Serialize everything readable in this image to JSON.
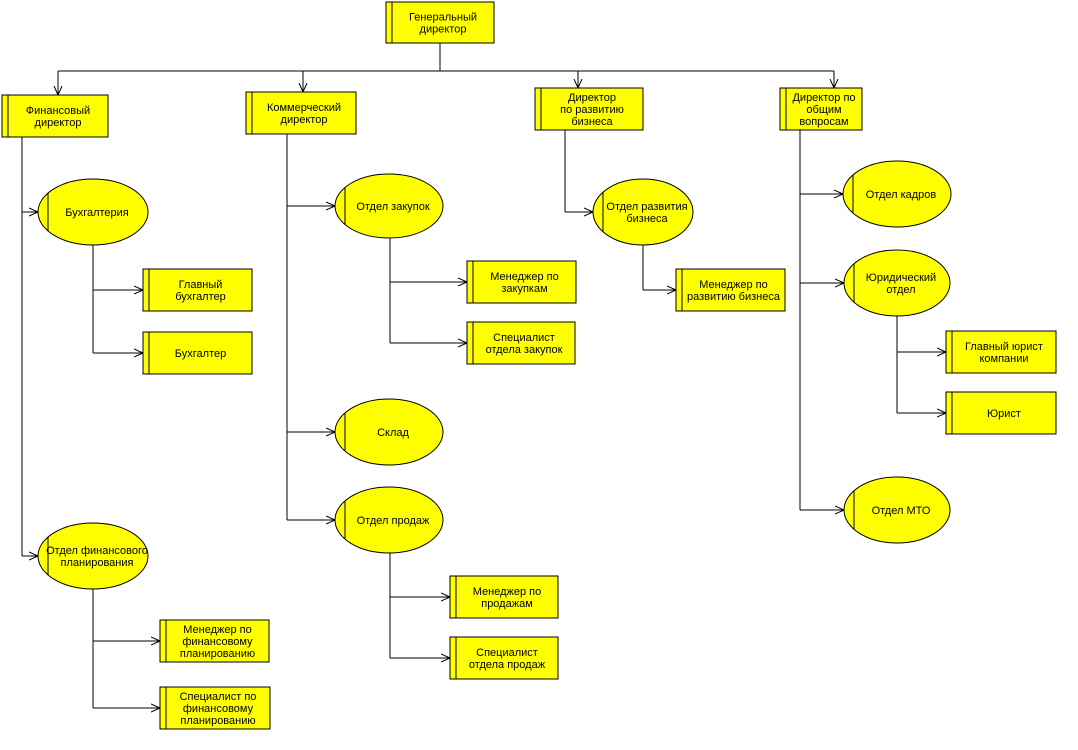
{
  "colors": {
    "node_fill": "#FFFF00",
    "node_stroke": "#000000",
    "connector": "#000000",
    "background": "#FFFFFF"
  },
  "nodes": [
    {
      "id": "ceo",
      "shape": "rect",
      "lines": [
        "Генеральный",
        "директор"
      ]
    },
    {
      "id": "fin-dir",
      "shape": "rect",
      "lines": [
        "Финансовый",
        "директор"
      ]
    },
    {
      "id": "com-dir",
      "shape": "rect",
      "lines": [
        "Коммерческий",
        "директор"
      ]
    },
    {
      "id": "dev-dir",
      "shape": "rect",
      "lines": [
        "Директор",
        "по развитию",
        "бизнеса"
      ]
    },
    {
      "id": "gen-dir",
      "shape": "rect",
      "lines": [
        "Директор по",
        "общим",
        "вопросам"
      ]
    },
    {
      "id": "accounting",
      "shape": "ellipse",
      "lines": [
        "Бухгалтерия"
      ]
    },
    {
      "id": "chief-accountant",
      "shape": "rect",
      "lines": [
        "Главный",
        "бухгалтер"
      ]
    },
    {
      "id": "accountant",
      "shape": "rect",
      "lines": [
        "Бухгалтер"
      ]
    },
    {
      "id": "fin-planning",
      "shape": "ellipse",
      "lines": [
        "Отдел финансового",
        "планирования"
      ]
    },
    {
      "id": "fin-planning-manager",
      "shape": "rect",
      "lines": [
        "Менеджер по",
        "финансовому",
        "планированию"
      ]
    },
    {
      "id": "fin-planning-specialist",
      "shape": "rect",
      "lines": [
        "Специалист по",
        "финансовому",
        "планированию"
      ]
    },
    {
      "id": "purchasing",
      "shape": "ellipse",
      "lines": [
        "Отдел закупок"
      ]
    },
    {
      "id": "purchasing-manager",
      "shape": "rect",
      "lines": [
        "Менеджер по",
        "закупкам"
      ]
    },
    {
      "id": "purchasing-specialist",
      "shape": "rect",
      "lines": [
        "Специалист",
        "отдела закупок"
      ]
    },
    {
      "id": "warehouse",
      "shape": "ellipse",
      "lines": [
        "Склад"
      ]
    },
    {
      "id": "sales",
      "shape": "ellipse",
      "lines": [
        "Отдел продаж"
      ]
    },
    {
      "id": "sales-manager",
      "shape": "rect",
      "lines": [
        "Менеджер по",
        "продажам"
      ]
    },
    {
      "id": "sales-specialist",
      "shape": "rect",
      "lines": [
        "Специалист",
        "отдела продаж"
      ]
    },
    {
      "id": "bizdev",
      "shape": "ellipse",
      "lines": [
        "Отдел развития",
        "бизнеса"
      ]
    },
    {
      "id": "bizdev-manager",
      "shape": "rect",
      "lines": [
        "Менеджер по",
        "развитию бизнеса"
      ]
    },
    {
      "id": "hr",
      "shape": "ellipse",
      "lines": [
        "Отдел кадров"
      ]
    },
    {
      "id": "legal",
      "shape": "ellipse",
      "lines": [
        "Юридический",
        "отдел"
      ]
    },
    {
      "id": "chief-lawyer",
      "shape": "rect",
      "lines": [
        "Главный юрист",
        "компании"
      ]
    },
    {
      "id": "lawyer",
      "shape": "rect",
      "lines": [
        "Юрист"
      ]
    },
    {
      "id": "mto",
      "shape": "ellipse",
      "lines": [
        "Отдел МТО"
      ]
    }
  ],
  "edges": [
    {
      "from": "ceo",
      "to": "fin-dir"
    },
    {
      "from": "ceo",
      "to": "com-dir"
    },
    {
      "from": "ceo",
      "to": "dev-dir"
    },
    {
      "from": "ceo",
      "to": "gen-dir"
    },
    {
      "from": "fin-dir",
      "to": "accounting"
    },
    {
      "from": "fin-dir",
      "to": "fin-planning"
    },
    {
      "from": "accounting",
      "to": "chief-accountant"
    },
    {
      "from": "accounting",
      "to": "accountant"
    },
    {
      "from": "fin-planning",
      "to": "fin-planning-manager"
    },
    {
      "from": "fin-planning",
      "to": "fin-planning-specialist"
    },
    {
      "from": "com-dir",
      "to": "purchasing"
    },
    {
      "from": "com-dir",
      "to": "warehouse"
    },
    {
      "from": "com-dir",
      "to": "sales"
    },
    {
      "from": "purchasing",
      "to": "purchasing-manager"
    },
    {
      "from": "purchasing",
      "to": "purchasing-specialist"
    },
    {
      "from": "sales",
      "to": "sales-manager"
    },
    {
      "from": "sales",
      "to": "sales-specialist"
    },
    {
      "from": "dev-dir",
      "to": "bizdev"
    },
    {
      "from": "bizdev",
      "to": "bizdev-manager"
    },
    {
      "from": "gen-dir",
      "to": "hr"
    },
    {
      "from": "gen-dir",
      "to": "legal"
    },
    {
      "from": "gen-dir",
      "to": "mto"
    },
    {
      "from": "legal",
      "to": "chief-lawyer"
    },
    {
      "from": "legal",
      "to": "lawyer"
    }
  ]
}
